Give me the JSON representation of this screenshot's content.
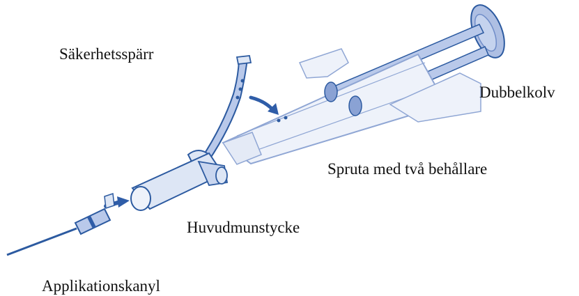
{
  "labels": {
    "safety_clip": "Säkerhetsspärr",
    "double_plunger": "Dubbelkolv",
    "dual_syringe": "Spruta med två behållare",
    "main_tip": "Huvudmunstycke",
    "applicator_needle": "Applikationskanyl"
  },
  "colors": {
    "outline": "#2c5aa0",
    "light_fill": "#dde6f5",
    "mid_fill": "#9fb6df",
    "dark_fill": "#2f5da8",
    "arrow": "#2f5da8"
  }
}
